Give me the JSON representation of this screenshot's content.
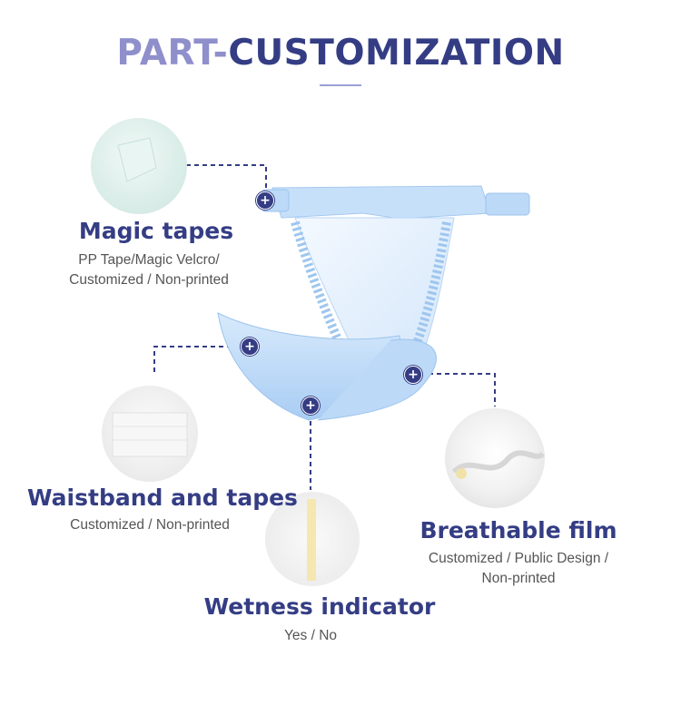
{
  "title": {
    "part1": "PART-",
    "part2": "CUSTOMIZATION"
  },
  "features": {
    "magic_tapes": {
      "name": "Magic tapes",
      "desc_line1": "PP Tape/Magic Velcro/",
      "desc_line2": "Customized / Non-printed"
    },
    "waistband": {
      "name": "Waistband and tapes",
      "desc_line1": "Customized / Non-printed"
    },
    "wetness": {
      "name": "Wetness indicator",
      "desc_line1": "Yes / No"
    },
    "breathable": {
      "name": "Breathable film",
      "desc_line1": "Customized / Public Design /",
      "desc_line2": "Non-printed"
    }
  },
  "plus_symbol": "+",
  "colors": {
    "heading": "#343d84",
    "title_light": "#8f8fcc",
    "diaper_blue": "#b9d8f7",
    "marker": "#343d84"
  }
}
